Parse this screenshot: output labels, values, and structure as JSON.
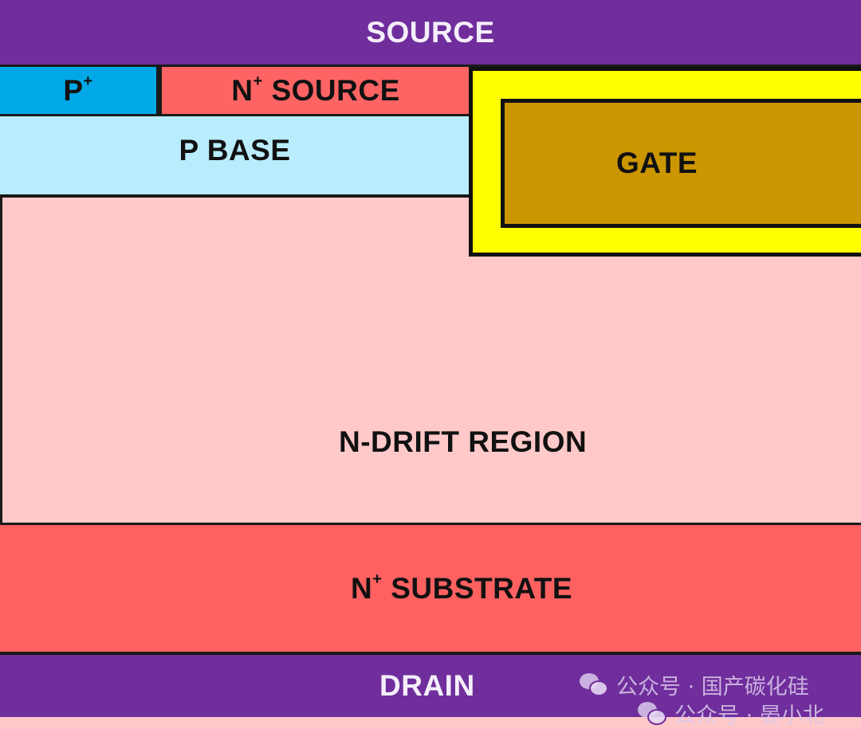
{
  "diagram": {
    "title": "Power MOSFET cross-section",
    "regions": {
      "source": {
        "label": "SOURCE",
        "color": "#6f2e9c"
      },
      "p_plus": {
        "label_main": "P",
        "label_sup": "+",
        "color": "#00a9e6"
      },
      "n_plus_source": {
        "label_main": "N",
        "label_sup": "+",
        "label_rest": " SOURCE",
        "color": "#ff6464"
      },
      "p_base": {
        "label": "P BASE",
        "color": "#b9ecfc"
      },
      "gate_oxide": {
        "color": "#ffff00"
      },
      "gate": {
        "label": "GATE",
        "color": "#cc9600"
      },
      "n_drift": {
        "label": "N-DRIFT REGION",
        "color": "#ffc9c9"
      },
      "n_plus_substrate": {
        "label_main": "N",
        "label_sup": "+",
        "label_rest": " SUBSTRATE",
        "color": "#ff6161"
      },
      "drain": {
        "label": "DRAIN",
        "color": "#6f2e9c"
      }
    }
  },
  "watermarks": [
    {
      "icon": "wechat-icon",
      "text": "公众号 · 国产碳化硅"
    },
    {
      "icon": "wechat-icon",
      "text": "公众号 · 晏小北"
    }
  ]
}
